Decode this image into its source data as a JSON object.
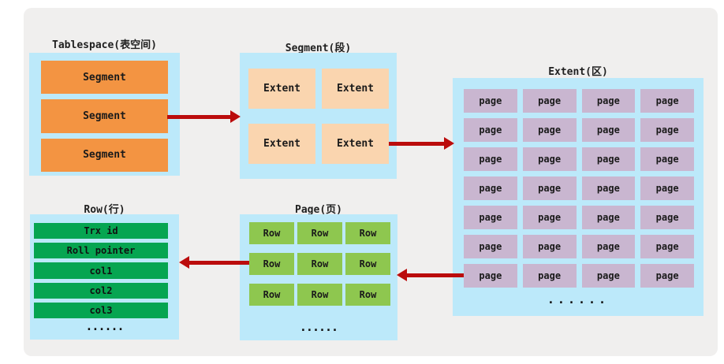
{
  "colors": {
    "panel_bg": "#f0efee",
    "container_bg": "#bce9fa",
    "segment_fill": "#f39442",
    "extent_fill": "#fad5af",
    "page_fill": "#c9b6d0",
    "row_fill": "#8ec74f",
    "field_fill": "#06a551",
    "arrow": "#bb0c0c"
  },
  "tablespace": {
    "title": "Tablespace(表空间)",
    "segment_label": "Segment"
  },
  "segment": {
    "title": "Segment(段)",
    "extent_label": "Extent"
  },
  "extent": {
    "title": "Extent(区)",
    "page_label": "page",
    "ellipsis": "......"
  },
  "page": {
    "title": "Page(页)",
    "row_label": "Row",
    "ellipsis": "......"
  },
  "row": {
    "title": "Row(行)",
    "fields": [
      "Trx id",
      "Roll pointer",
      "col1",
      "col2",
      "col3"
    ],
    "ellipsis": "......"
  }
}
